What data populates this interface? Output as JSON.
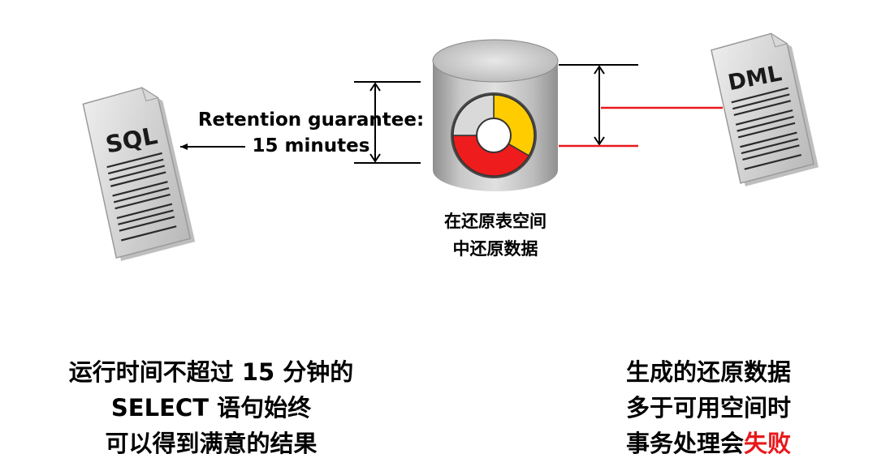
{
  "documents": {
    "left": {
      "label": "SQL"
    },
    "right": {
      "label": "DML"
    }
  },
  "retention": {
    "line1": "Retention guarantee:",
    "line2": "15 minutes"
  },
  "undo_tablespace": {
    "line1": "在还原表空间",
    "line2": "中还原数据"
  },
  "captions": {
    "left": {
      "line1": "运行时间不超过 15 分钟的",
      "line2": "SELECT 语句始终",
      "line3": "可以得到满意的结果"
    },
    "right": {
      "line1": "生成的还原数据",
      "line2": "多于可用空间时",
      "line3_prefix": "事务处理会",
      "line3_emphasis": "失败"
    }
  },
  "colors": {
    "segment_yellow": "#ffcc00",
    "segment_red": "#ee1c1c",
    "segment_gray": "#d9d9d9",
    "cylinder_gray": "#bdbdbd",
    "dml_arrow_red": "#e8181b",
    "emphasis_red": "#e8181b",
    "text": "#000000"
  }
}
